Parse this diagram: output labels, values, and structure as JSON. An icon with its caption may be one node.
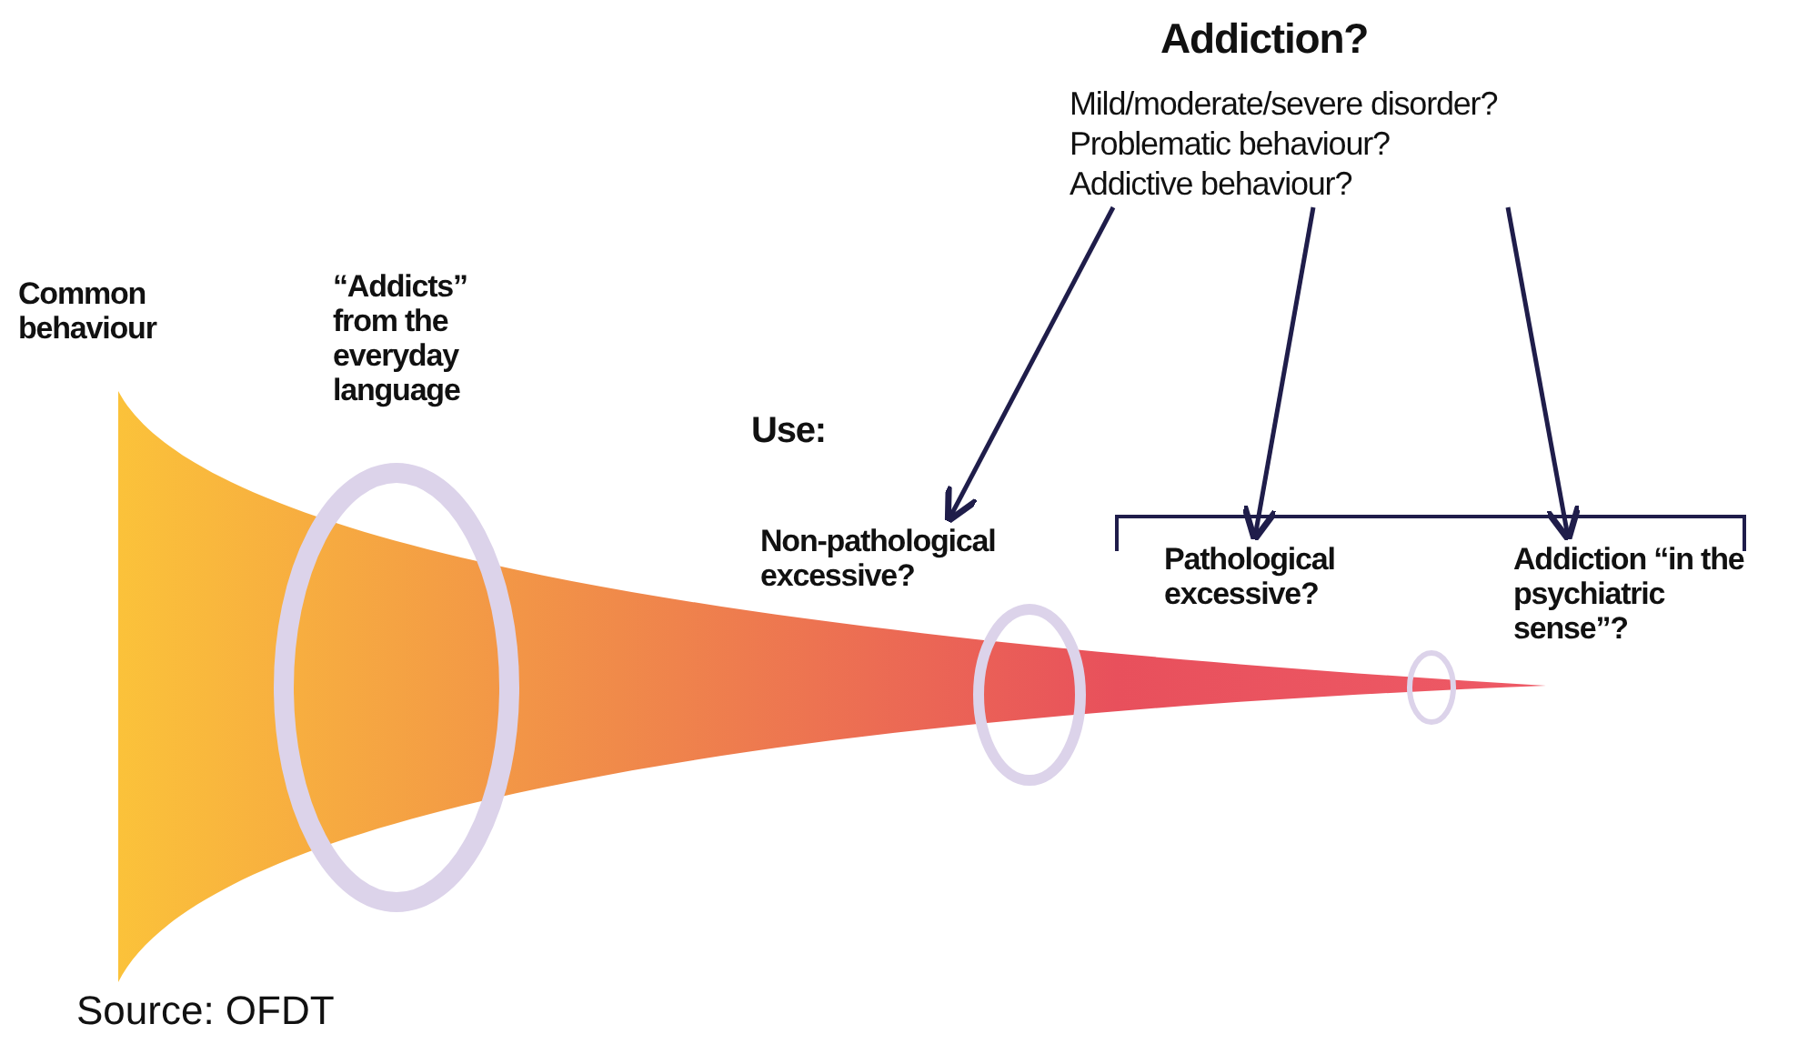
{
  "diagram": {
    "caption": "Source: OFDT",
    "nodes": [
      {
        "text": [
          "Addiction?",
          "Mild/moderate/severe disorder?",
          "Problematic behaviour?",
          "Addictive behaviour?"
        ]
      },
      {
        "text": [
          "Non-pathological excessive?"
        ]
      },
      {
        "text": [
          "Pathological excessive?"
        ]
      },
      {
        "text": [
          "Addiction “in the psychiatric sense”?"
        ]
      }
    ],
    "edges": [
      {
        "from": 0,
        "to": 1,
        "arrow": "to"
      },
      {
        "from": 0,
        "to": 2,
        "arrow": "to"
      },
      {
        "from": 0,
        "to": 3,
        "arrow": "to"
      }
    ],
    "labels": [
      "Common behaviour",
      "“Addicts” from the everyday language",
      "Use:"
    ]
  }
}
